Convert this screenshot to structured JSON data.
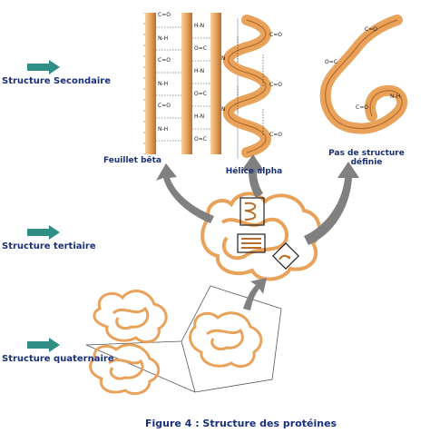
{
  "levels": {
    "secondary": "Structure Secondaire",
    "tertiary": "Structure tertiaire",
    "quaternary": "Structure quaternaire"
  },
  "secondary_types": {
    "sheet": "Feuillet bêta",
    "helix": "Hélice alpha",
    "undefined_line1": "Pas de structure",
    "undefined_line2": "définie"
  },
  "caption": "Figure 4 : Structure des protéines",
  "colors": {
    "ribbon": "#e9a25a",
    "ribbon_light": "#f7d3a5",
    "ribbon_dark": "#b86d2c",
    "arrow": "#808080",
    "pointer": "#2f8f86",
    "label": "#1a2f7a"
  }
}
